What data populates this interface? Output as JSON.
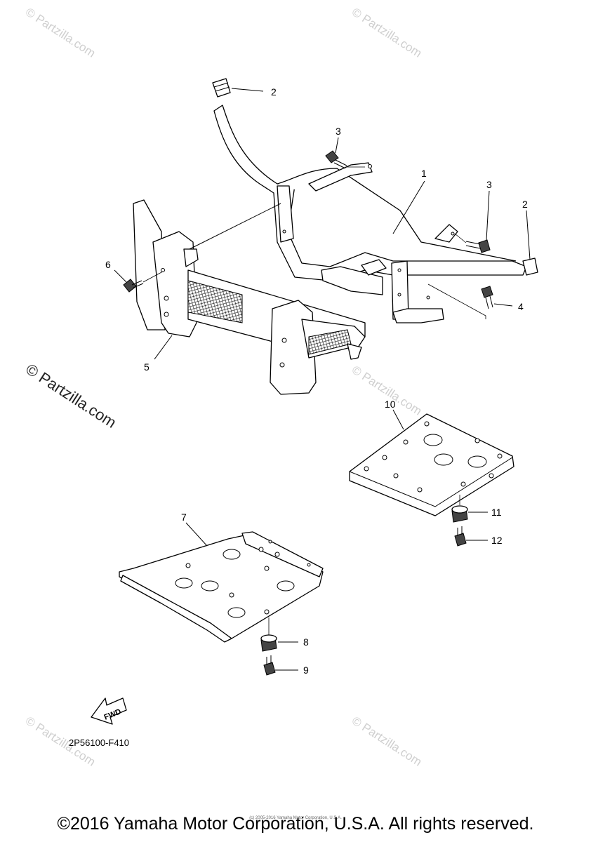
{
  "diagram_code": "2P56100-F410",
  "fwd_label": "FWD",
  "watermark_small": "© Partzilla.com",
  "watermark_large": "© Partzilla.com",
  "callouts": {
    "c1": "1",
    "c2a": "2",
    "c2b": "2",
    "c3a": "3",
    "c3b": "3",
    "c4": "4",
    "c5": "5",
    "c6": "6",
    "c7": "7",
    "c8": "8",
    "c9": "9",
    "c10": "10",
    "c11": "11",
    "c12": "12"
  },
  "tiny_copyright": "(c) 2005-2016 Yamaha Motor Corporation, U.S.A.",
  "footer_copyright": "©2016 Yamaha Motor Corporation, U.S.A. All rights reserved."
}
